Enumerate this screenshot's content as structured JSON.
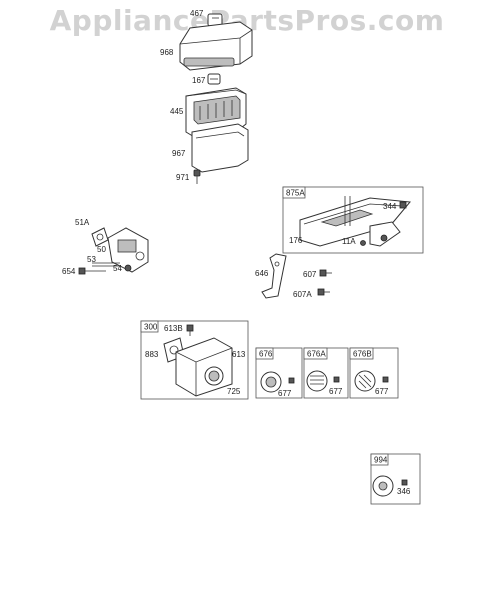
{
  "watermark": "AppliancePartsPros.com",
  "callouts": {
    "c467": "467",
    "c968": "968",
    "c167": "167",
    "c445": "445",
    "c967": "967",
    "c971": "971",
    "c875a": "875A",
    "c344": "344",
    "c176": "176",
    "c11a": "11A",
    "c51a": "51A",
    "c50": "50",
    "c53": "53",
    "c654": "654",
    "c54": "54",
    "c646": "646",
    "c607": "607",
    "c607a": "607A",
    "c300": "300",
    "c613b": "613B",
    "c883": "883",
    "c613": "613",
    "c725": "725",
    "c676": "676",
    "c677a": "677",
    "c676a": "676A",
    "c677b": "677",
    "c676b": "676B",
    "c677c": "677",
    "c994": "994",
    "c346": "346"
  }
}
